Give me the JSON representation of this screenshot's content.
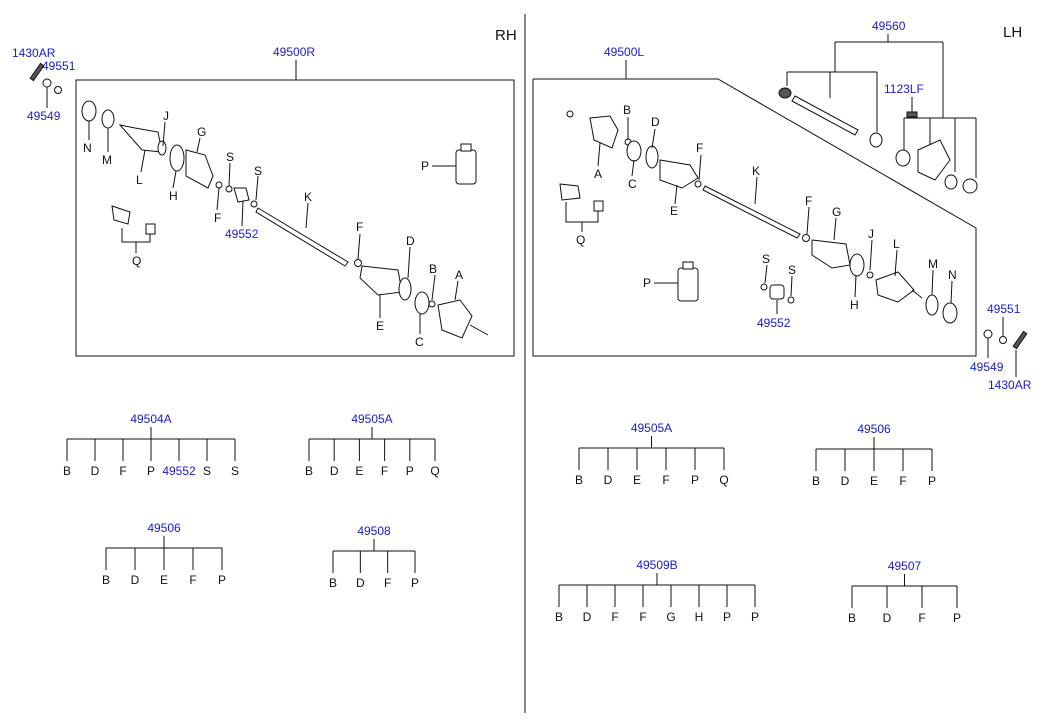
{
  "sides": {
    "rh": "RH",
    "lh": "LH"
  },
  "rh": {
    "title": "49500R",
    "bolt": "1430AR",
    "nut": "49551",
    "washer": "49549",
    "kit_label": "49552",
    "letters": {
      "N": "N",
      "M": "M",
      "L": "L",
      "J": "J",
      "H": "H",
      "G": "G",
      "S1": "S",
      "F1": "F",
      "S2": "S",
      "K": "K",
      "F2": "F",
      "D": "D",
      "B": "B",
      "A": "A",
      "E": "E",
      "C": "C",
      "Q": "Q",
      "P": "P"
    }
  },
  "lh": {
    "title": "49500L",
    "shaft_kit": "49560",
    "bolt_top": "1123LF",
    "bolt": "1430AR",
    "nut": "49551",
    "washer": "49549",
    "kit_label": "49552",
    "letters": {
      "A": "A",
      "B": "B",
      "C": "C",
      "D": "D",
      "E": "E",
      "F1": "F",
      "K": "K",
      "Q": "Q",
      "F2": "F",
      "G": "G",
      "J": "J",
      "L": "L",
      "H": "H",
      "M": "M",
      "N": "N",
      "S1": "S",
      "S2": "S",
      "P": "P"
    }
  },
  "kits": [
    {
      "id": "k1",
      "title": "49504A",
      "items": [
        "B",
        "D",
        "F",
        "P",
        "49552",
        "S",
        "S"
      ]
    },
    {
      "id": "k2",
      "title": "49505A",
      "items": [
        "B",
        "D",
        "E",
        "F",
        "P",
        "Q"
      ]
    },
    {
      "id": "k3",
      "title": "49506",
      "items": [
        "B",
        "D",
        "E",
        "F",
        "P"
      ]
    },
    {
      "id": "k4",
      "title": "49508",
      "items": [
        "B",
        "D",
        "F",
        "P"
      ]
    },
    {
      "id": "k5",
      "title": "49505A",
      "items": [
        "B",
        "D",
        "E",
        "F",
        "P",
        "Q"
      ]
    },
    {
      "id": "k6",
      "title": "49506",
      "items": [
        "B",
        "D",
        "E",
        "F",
        "P"
      ]
    },
    {
      "id": "k7",
      "title": "49509B",
      "items": [
        "B",
        "D",
        "F",
        "F",
        "G",
        "H",
        "P",
        "P"
      ]
    },
    {
      "id": "k8",
      "title": "49507",
      "items": [
        "B",
        "D",
        "F",
        "P"
      ]
    }
  ]
}
